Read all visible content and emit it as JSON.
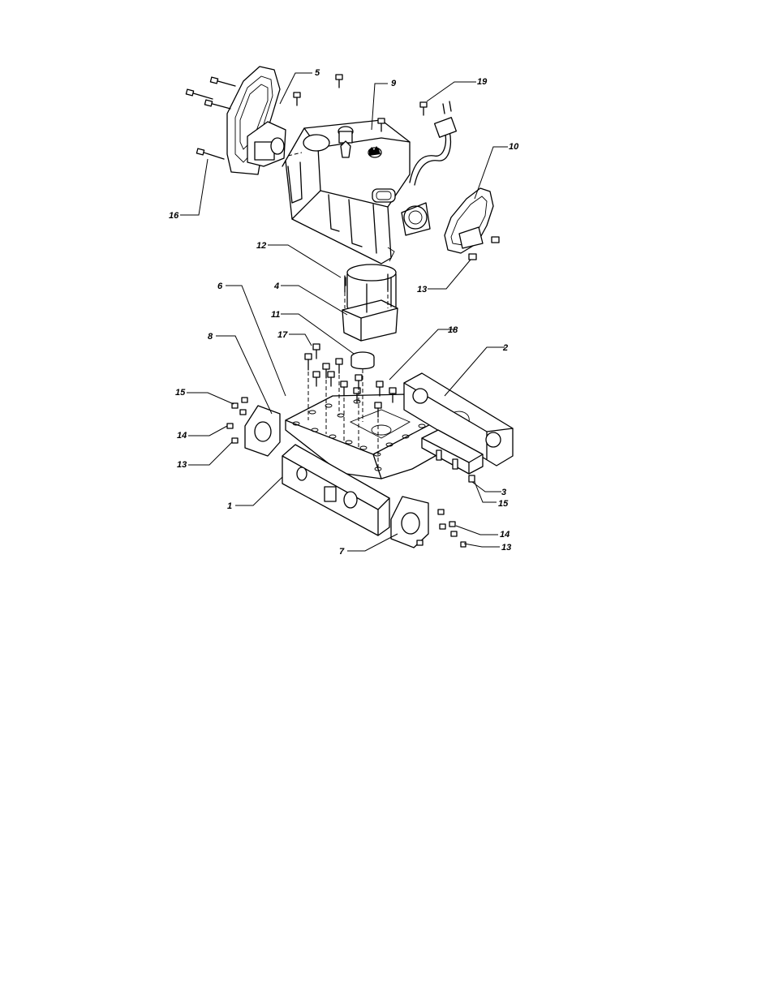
{
  "callouts": {
    "c1": "1",
    "c2": "2",
    "c3": "3",
    "c4": "4",
    "c5": "5",
    "c6": "6",
    "c7": "7",
    "c8": "8",
    "c9": "9",
    "c10": "10",
    "c11": "11",
    "c12": "12",
    "c13a": "13",
    "c13b": "13",
    "c13c": "13",
    "c14a": "14",
    "c14b": "14",
    "c15a": "15",
    "c15b": "15",
    "c16": "16",
    "c17": "17",
    "c18": "18",
    "c19": "19"
  }
}
